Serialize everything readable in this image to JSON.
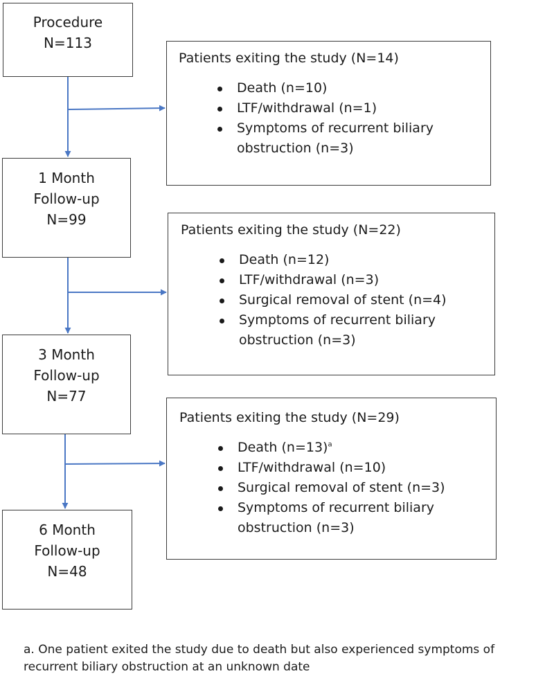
{
  "stages": [
    {
      "lines": [
        "Procedure",
        "N=113"
      ]
    },
    {
      "lines": [
        "1 Month",
        "Follow-up",
        "N=99"
      ]
    },
    {
      "lines": [
        "3 Month",
        "Follow-up",
        "N=77"
      ]
    },
    {
      "lines": [
        "6 Month",
        "Follow-up",
        "N=48"
      ]
    }
  ],
  "exits": [
    {
      "title": "Patients exiting the study (N=14)",
      "items": [
        "Death (n=10)",
        "LTF/withdrawal (n=1)",
        "Symptoms of recurrent biliary obstruction (n=3)"
      ]
    },
    {
      "title": "Patients exiting the study (N=22)",
      "items": [
        "Death (n=12)",
        "LTF/withdrawal (n=3)",
        "Surgical removal of stent (n=4)",
        "Symptoms of recurrent biliary obstruction (n=3)"
      ]
    },
    {
      "title": "Patients exiting the study (N=29)",
      "items": [
        "Death (n=13)",
        "LTF/withdrawal (n=10)",
        "Surgical removal of stent (n=3)",
        "Symptoms of recurrent biliary obstruction (n=3)"
      ],
      "first_item_mark": "a"
    }
  ],
  "footnote": "a. One patient exited the study due to death but also experienced symptoms of recurrent biliary obstruction at an unknown date",
  "colors": {
    "arrow": "#4a77c4",
    "border": "#3a3a3a",
    "text": "#1a1a1a"
  }
}
